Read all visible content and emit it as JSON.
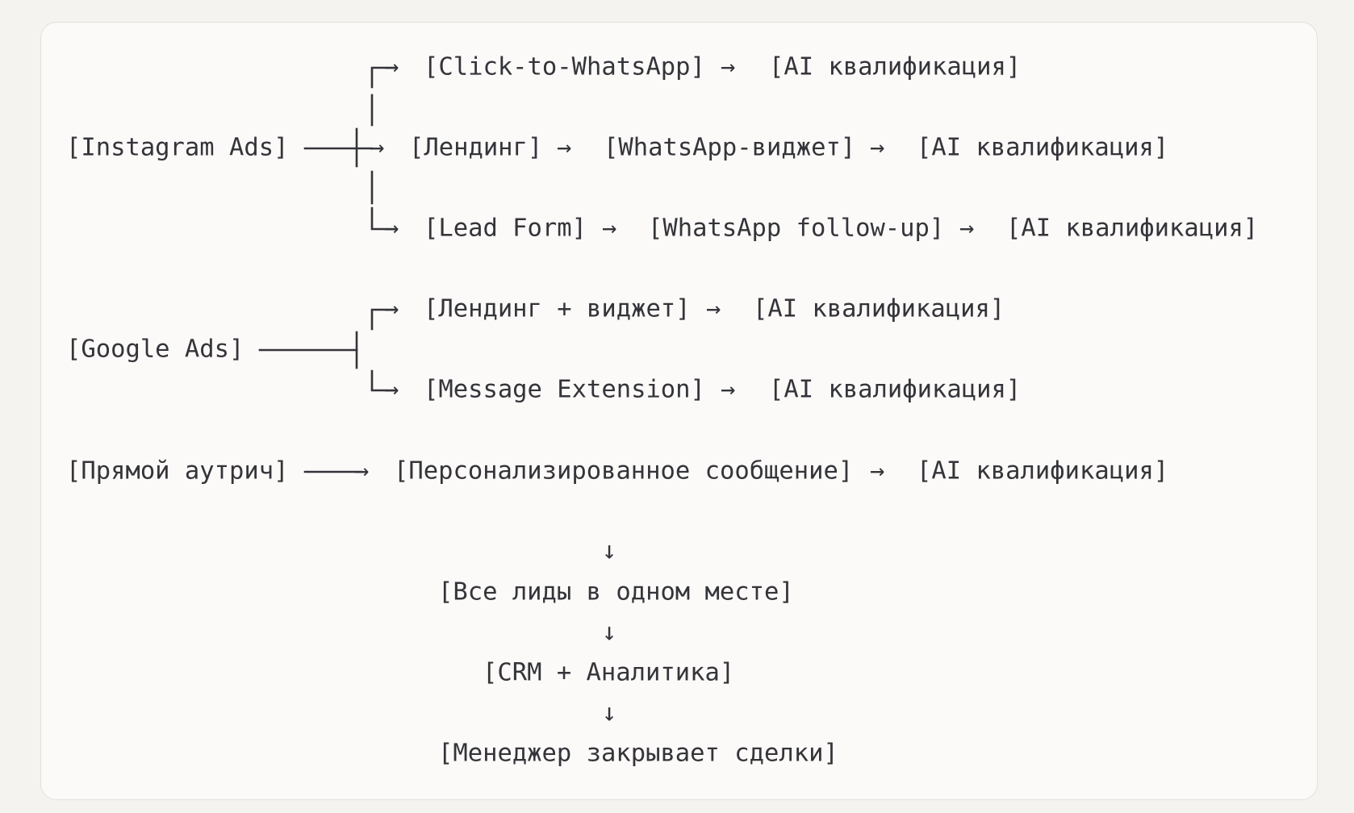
{
  "sources": {
    "instagram": "[Instagram Ads]",
    "google": "[Google Ads]",
    "outreach": "[Прямой аутрич]"
  },
  "flows": {
    "instagram": [
      {
        "steps": [
          "[Click-to-WhatsApp]",
          "[AI квалификация]"
        ]
      },
      {
        "steps": [
          "[Лендинг]",
          "[WhatsApp-виджет]",
          "[AI квалификация]"
        ]
      },
      {
        "steps": [
          "[Lead Form]",
          "[WhatsApp follow-up]",
          "[AI квалификация]"
        ]
      }
    ],
    "google": [
      {
        "steps": [
          "[Лендинг + виджет]",
          "[AI квалификация]"
        ]
      },
      {
        "steps": [
          "[Message Extension]",
          "[AI квалификация]"
        ]
      }
    ],
    "outreach": [
      {
        "steps": [
          "[Персонализированное сообщение]",
          "[AI квалификация]"
        ]
      }
    ]
  },
  "pipeline": {
    "all_leads": "[Все лиды в одном месте]",
    "crm": "[CRM + Аналитика]",
    "manager": "[Менеджер закрывает сделки]"
  },
  "glyphs": {
    "arrow_right": "→",
    "arrow_down": "↓"
  }
}
